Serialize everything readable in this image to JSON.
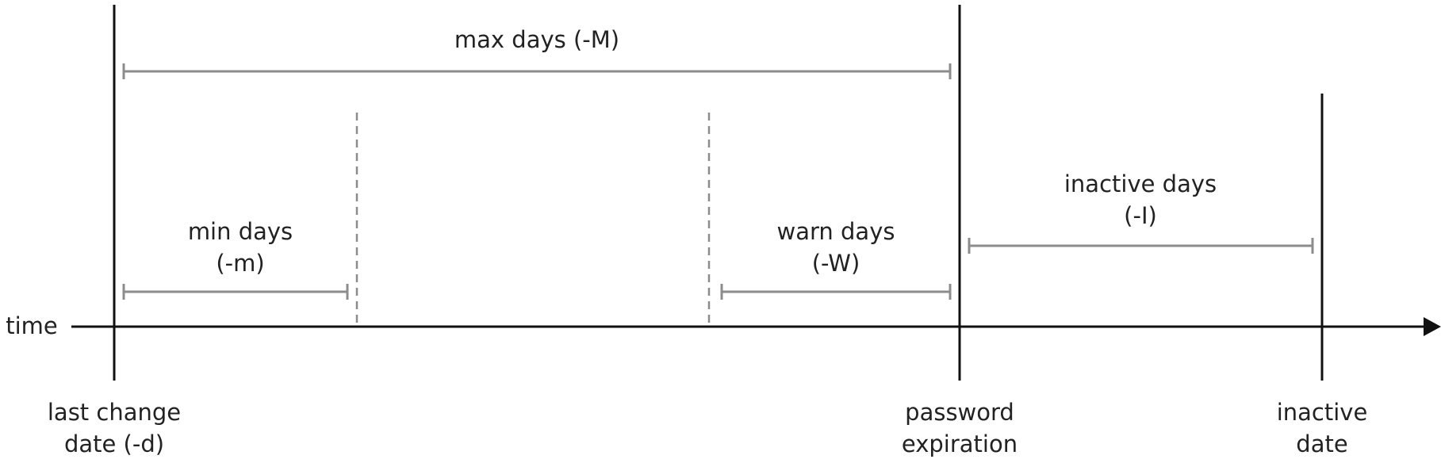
{
  "axis": {
    "label": "time"
  },
  "markers": {
    "last_change": [
      "last change",
      "date (-d)"
    ],
    "password_expiration": [
      "password",
      "expiration"
    ],
    "inactive_date": [
      "inactive",
      "date"
    ]
  },
  "intervals": {
    "max_days": "max days (-M)",
    "min_days": [
      "min days",
      "(-m)"
    ],
    "warn_days": [
      "warn days",
      "(-W)"
    ],
    "inactive_days": [
      "inactive days",
      "(-I)"
    ]
  },
  "colors": {
    "line": "#111111",
    "interval": "#8c8c8c",
    "text": "#222222"
  }
}
